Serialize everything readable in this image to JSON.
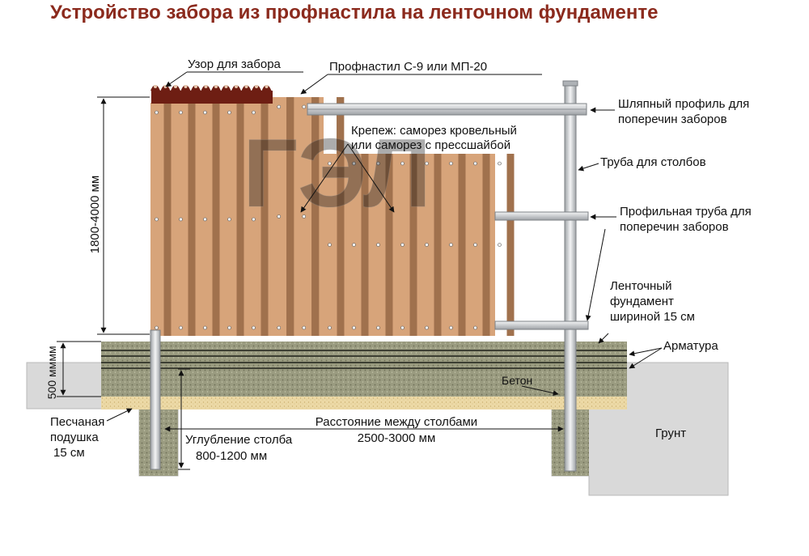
{
  "title": "Устройство забора из профнастила на  ленточном фундаменте",
  "labels": {
    "pattern": "Узор для забора",
    "profnastil": "Профнастил С-9 или МП-20",
    "hat_profile_1": "Шляпный профиль для",
    "hat_profile_2": "поперечин заборов",
    "fastener_1": "Крепеж: саморез кровельный",
    "fastener_2": "или саморез с прессшайбой",
    "pipe_posts": "Труба для столбов",
    "profile_pipe_1": "Профильная труба для",
    "profile_pipe_2": "поперечин заборов",
    "strip_1": "Ленточный",
    "strip_2": "фундамент",
    "strip_3": "шириной 15 см",
    "rebar": "Арматура",
    "concrete": "Бетон",
    "ground": "Грунт",
    "sand_1": "Песчаная",
    "sand_2": "подушка",
    "sand_3": "15 см",
    "distance_1": "Расстояние между столбами",
    "distance_2": "2500-3000 мм",
    "depth_1": "Углубление столба",
    "depth_2": "800-1200 мм",
    "height": "1800-4000 мм",
    "foundation_height": "500 мм",
    "watermark": "ГЭЛ"
  },
  "colors": {
    "title": "#8b2a1d",
    "sheet_light": "#d7a47a",
    "sheet_dark": "#a0714d",
    "pattern": "#6e1e13",
    "ground": "#d8d8d8",
    "concrete": "#8f9173",
    "sand": "#ecd9a6",
    "metal": "#c9cccf"
  }
}
